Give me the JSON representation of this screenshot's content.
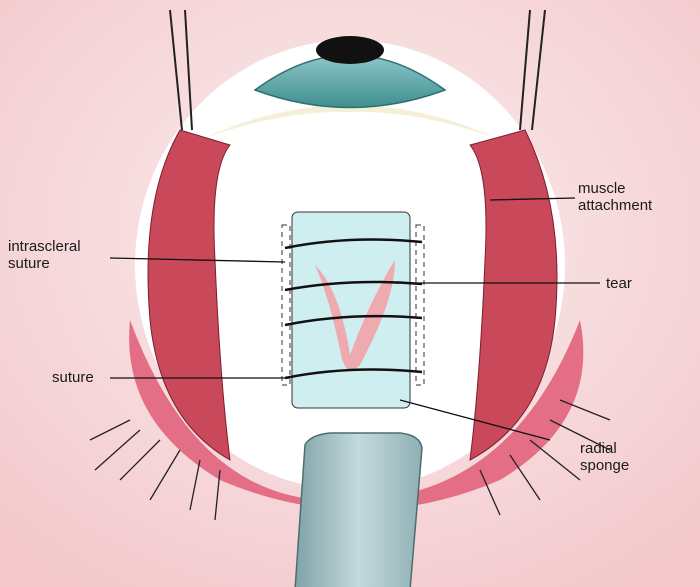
{
  "diagram": {
    "labels": {
      "muscle_attachment": [
        "muscle",
        "attachment"
      ],
      "intrascleral_suture": [
        "intrascleral",
        "suture"
      ],
      "tear": "tear",
      "suture": "suture",
      "radial_sponge": [
        "radial",
        "sponge"
      ]
    },
    "colors": {
      "background": "#f6d7da",
      "sclera": "#ffffff",
      "muscle": "#c9485a",
      "sponge": "#cfeef0",
      "retractor": "#a8c3c6",
      "tear": "#efaab0"
    }
  }
}
